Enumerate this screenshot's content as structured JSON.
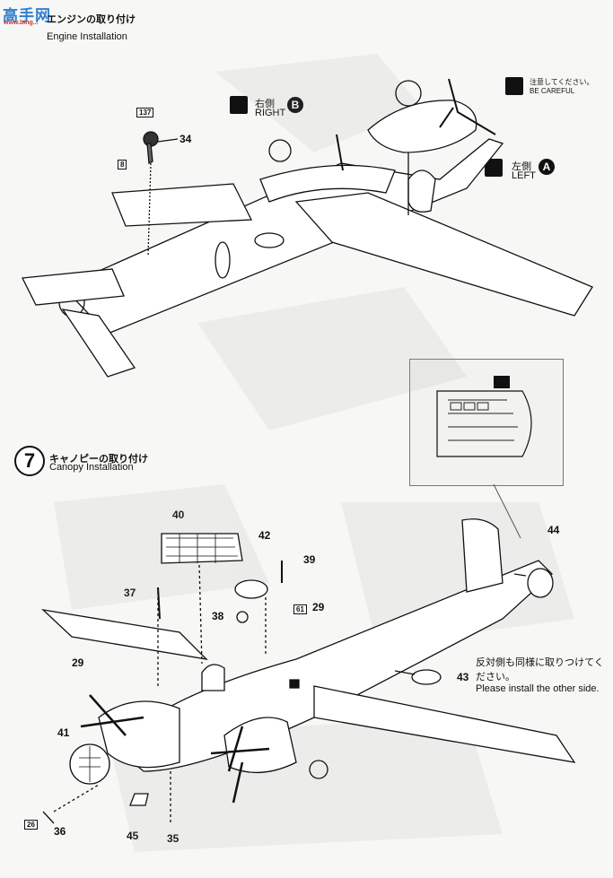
{
  "watermark": {
    "logo_text": "高手网",
    "logo_sub": "www.bing..."
  },
  "step6": {
    "title_jp": "エンジンの取り付け",
    "title_en": "Engine Installation",
    "caution": {
      "jp": "注意してください。",
      "en": "BE CAREFUL"
    },
    "right": {
      "jp": "右側",
      "en": "RIGHT",
      "badge": "B"
    },
    "left": {
      "jp": "左側",
      "en": "LEFT",
      "badge": "A"
    },
    "parts": {
      "p34": "34",
      "p137": "137",
      "p8": "8"
    }
  },
  "step7": {
    "number": "7",
    "title_jp": "キャノピーの取り付け",
    "title_en": "Canopy Installation",
    "other_side": {
      "jp": "反対側も同様に取りつけてください。",
      "en": "Please install the other side."
    },
    "parts": {
      "p40": "40",
      "p42": "42",
      "p39": "39",
      "p37": "37",
      "p38": "38",
      "p61": "61",
      "p29a": "29",
      "p29b": "29",
      "p44": "44",
      "p43": "43",
      "p41": "41",
      "p26": "26",
      "p36": "36",
      "p45": "45",
      "p35": "35"
    }
  },
  "colors": {
    "ink": "#111111",
    "paper": "#f7f7f5",
    "ghost": "#b9b9b9",
    "logo_blue": "#2f7fd0",
    "logo_red": "#cc3333"
  }
}
